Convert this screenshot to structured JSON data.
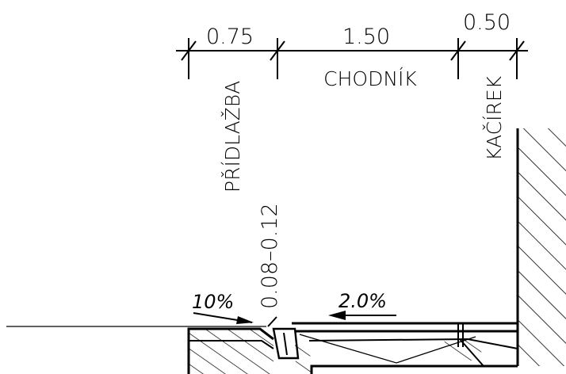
{
  "dimensions": {
    "paving_width": "0.75",
    "sidewalk_width": "1.50",
    "gravel_width": "0.50",
    "curb_height": "0.08–0.12"
  },
  "labels": {
    "paving": "PŘÍDLAŽBA",
    "sidewalk": "CHODNÍK",
    "gravel": "KAČÍREK"
  },
  "slopes": {
    "paving": "10%",
    "sidewalk": "2.0%"
  }
}
